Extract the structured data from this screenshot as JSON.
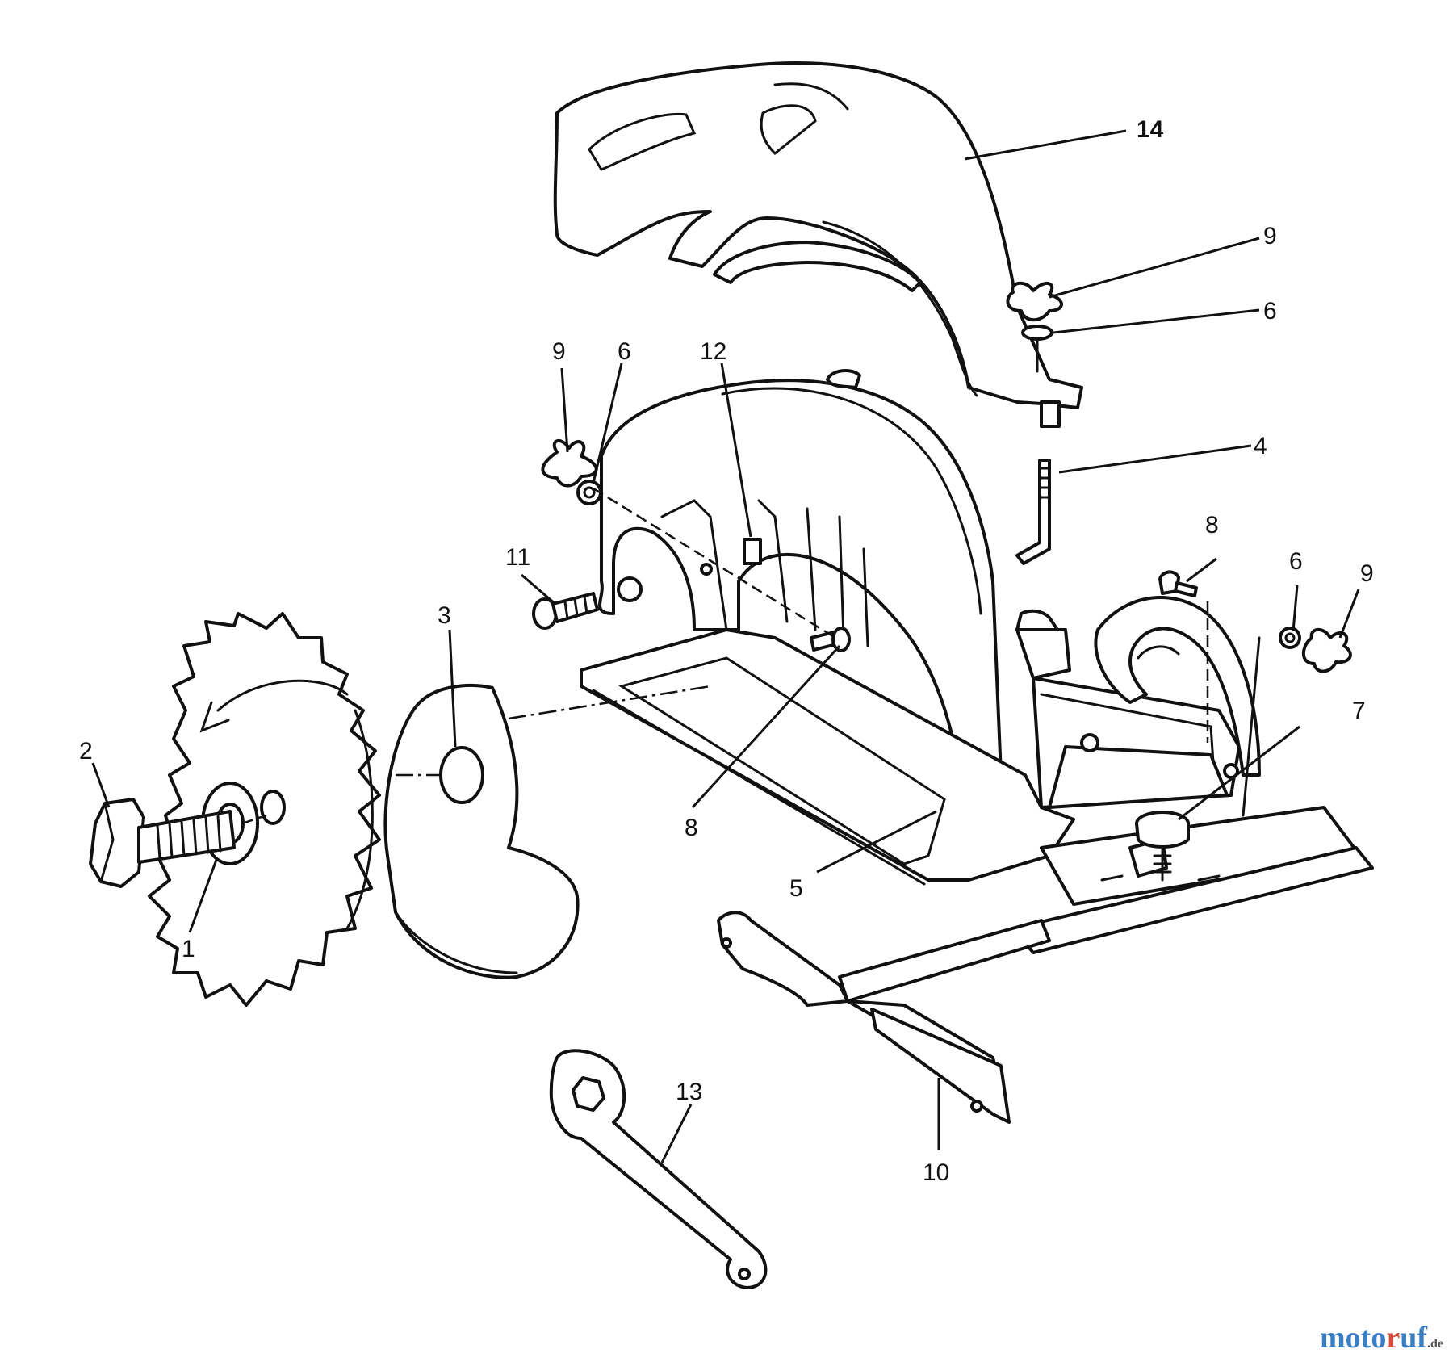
{
  "diagram": {
    "callouts": {
      "c1": "1",
      "c2": "2",
      "c3": "3",
      "c4": "4",
      "c5": "5",
      "c6a": "6",
      "c6b": "6",
      "c6c": "6",
      "c7": "7",
      "c8a": "8",
      "c8b": "8",
      "c9a": "9",
      "c9b": "9",
      "c9c": "9",
      "c10": "10",
      "c11": "11",
      "c12": "12",
      "c13": "13",
      "c14": "14"
    },
    "watermark": {
      "part1": "moto",
      "part2": "r",
      "part3": "uf",
      "tld": ".de"
    }
  }
}
